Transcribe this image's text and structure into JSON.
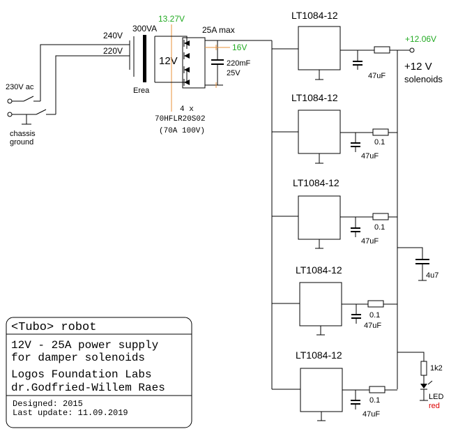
{
  "mains": {
    "input_label": "230V ac",
    "ground_label_1": "chassis",
    "ground_label_2": "ground",
    "tap_240": "240V",
    "tap_220": "220V"
  },
  "transformer": {
    "rating": "300VA",
    "secondary": "12V",
    "brand": "Erea",
    "measured_ac": "13.27V"
  },
  "rectifier": {
    "current": "25A max",
    "count": "4 x",
    "part": "70HFLR20S02",
    "spec": "(70A 100V)",
    "measured_dc": "16V",
    "cap_value": "220mF",
    "cap_voltage": "25V"
  },
  "regulators": {
    "part": "LT1084-12",
    "output_cap": "47uF",
    "shunt": "0.1",
    "count": 5
  },
  "output": {
    "measured": "+12.06V",
    "label_1": "+12 V",
    "label_2": "solenoids",
    "bulk_cap": "4u7",
    "led_resistor": "1k2",
    "led_label": "LED",
    "led_color": "red"
  },
  "colors": {
    "measurement": "#22aa22",
    "orange_marker": "#e8903a",
    "led_red": "#dd0000"
  },
  "title_block": {
    "project": "<Tubo> robot",
    "description_1": "12V - 25A power supply",
    "description_2": "for damper solenoids",
    "org": "Logos Foundation Labs",
    "author": "dr.Godfried-Willem Raes",
    "designed": "Designed: 2015",
    "updated": "Last update: 11.09.2019"
  }
}
